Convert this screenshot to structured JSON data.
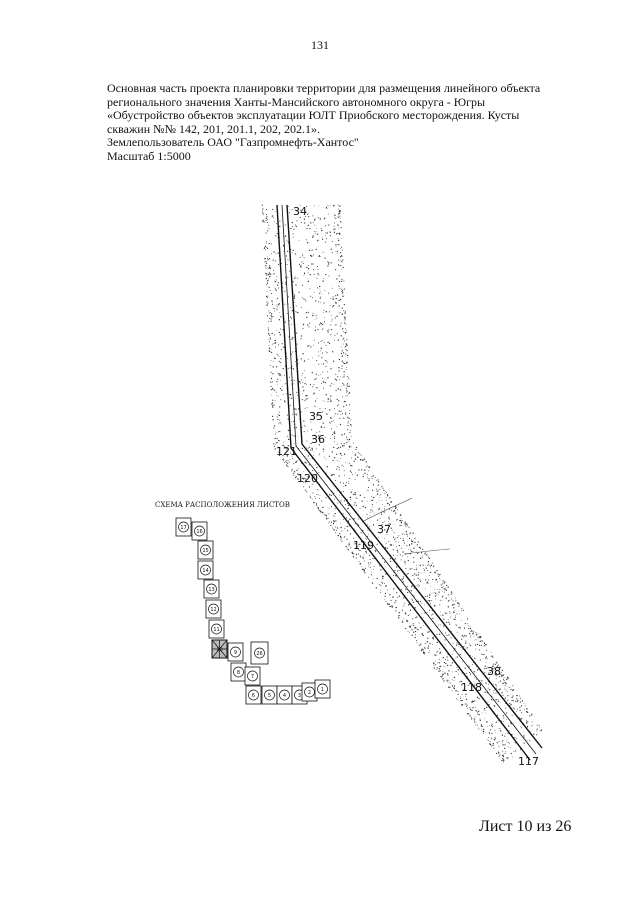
{
  "page_number": "131",
  "header": {
    "lines": [
      "Основная часть проекта планировки территории для размещения линейного объекта",
      "регионального значения Ханты-Мансийского автономного округа - Югры",
      "«Обустройство объектов эксплуатации ЮЛТ Приобского месторождения. Кусты",
      "скважин №№ 142, 201, 201.1, 202, 202.1».",
      "Землепользователь ОАО \"Газпромнефть-Хантос\"",
      "Масштаб 1:5000"
    ]
  },
  "map": {
    "point_labels": [
      "34",
      "35",
      "36",
      "121",
      "120",
      "37",
      "119",
      "38",
      "118",
      "117"
    ]
  },
  "sheet_schema": {
    "title": "СХЕМА РАСПОЛОЖЕНИЯ ЛИСТОВ",
    "cells": [
      "17",
      "16",
      "15",
      "14",
      "13",
      "12",
      "11",
      "10",
      "9",
      "8",
      "7",
      "26",
      "6",
      "5",
      "4",
      "3",
      "2",
      "1"
    ],
    "current_sheet": "10"
  },
  "footer": "Лист 10 из 26"
}
